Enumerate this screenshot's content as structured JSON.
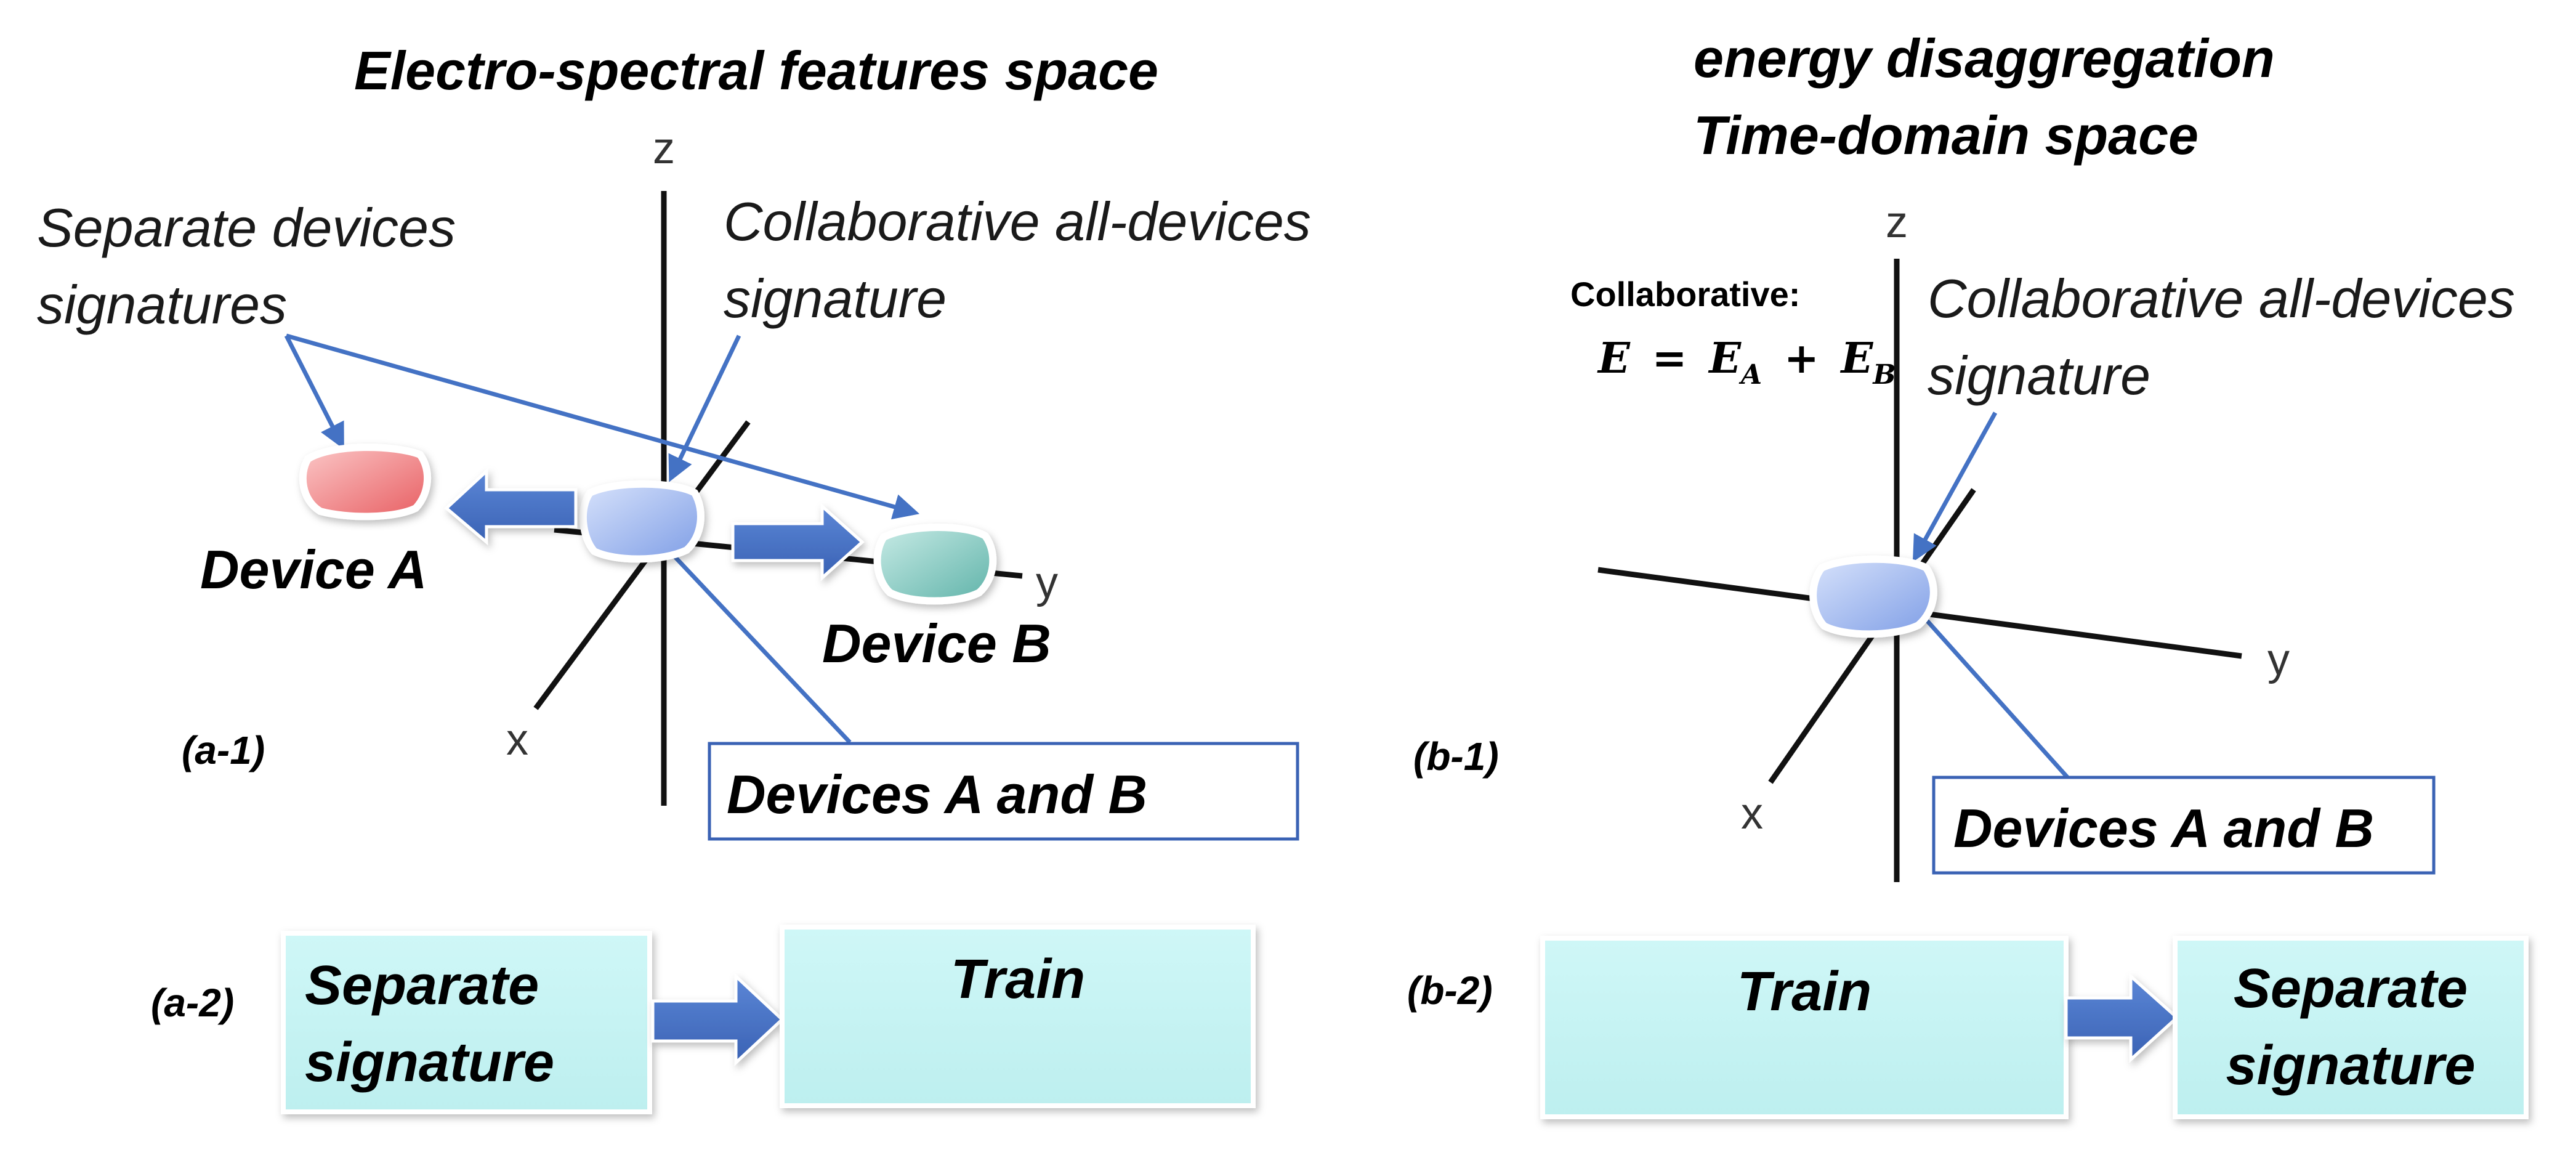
{
  "panel_a": {
    "title": "Electro-spectral features space",
    "axis_z": "z",
    "axis_x": "x",
    "axis_y": "y",
    "note_separate_line1": "Separate devices",
    "note_separate_line2": "signatures",
    "note_collab_line1": "Collaborative all-devices",
    "note_collab_line2": "signature",
    "device_a": "Device A",
    "device_b": "Device B",
    "devices_ab": "Devices A and B",
    "label_1": "(a-1)",
    "label_2": "(a-2)",
    "flow_step1_line1": "Separate",
    "flow_step1_line2": "signature",
    "flow_step2": "Train"
  },
  "panel_b": {
    "title_line1": "energy disaggregation",
    "title_line2": "Time-domain space",
    "axis_z": "z",
    "axis_x": "x",
    "axis_y": "y",
    "collab_label": "Collaborative:",
    "eq_lhs": "E",
    "eq_equals": "=",
    "eq_term1": "E",
    "eq_sub1": "A",
    "eq_plus": "+",
    "eq_term2": "E",
    "eq_sub2": "B",
    "note_collab_line1": "Collaborative all-devices",
    "note_collab_line2": "signature",
    "devices_ab": "Devices A and B",
    "label_1": "(b-1)",
    "label_2": "(b-2)",
    "flow_step1": "Train",
    "flow_step2_line1": "Separate",
    "flow_step2_line2": "signature"
  },
  "colors": {
    "arrow_blue": "#4472c4",
    "box_fill": "#c5f3f3",
    "device_a_red": "#f08080",
    "device_b_teal": "#7ec8c0",
    "collab_blue": "#9fb6ee"
  }
}
